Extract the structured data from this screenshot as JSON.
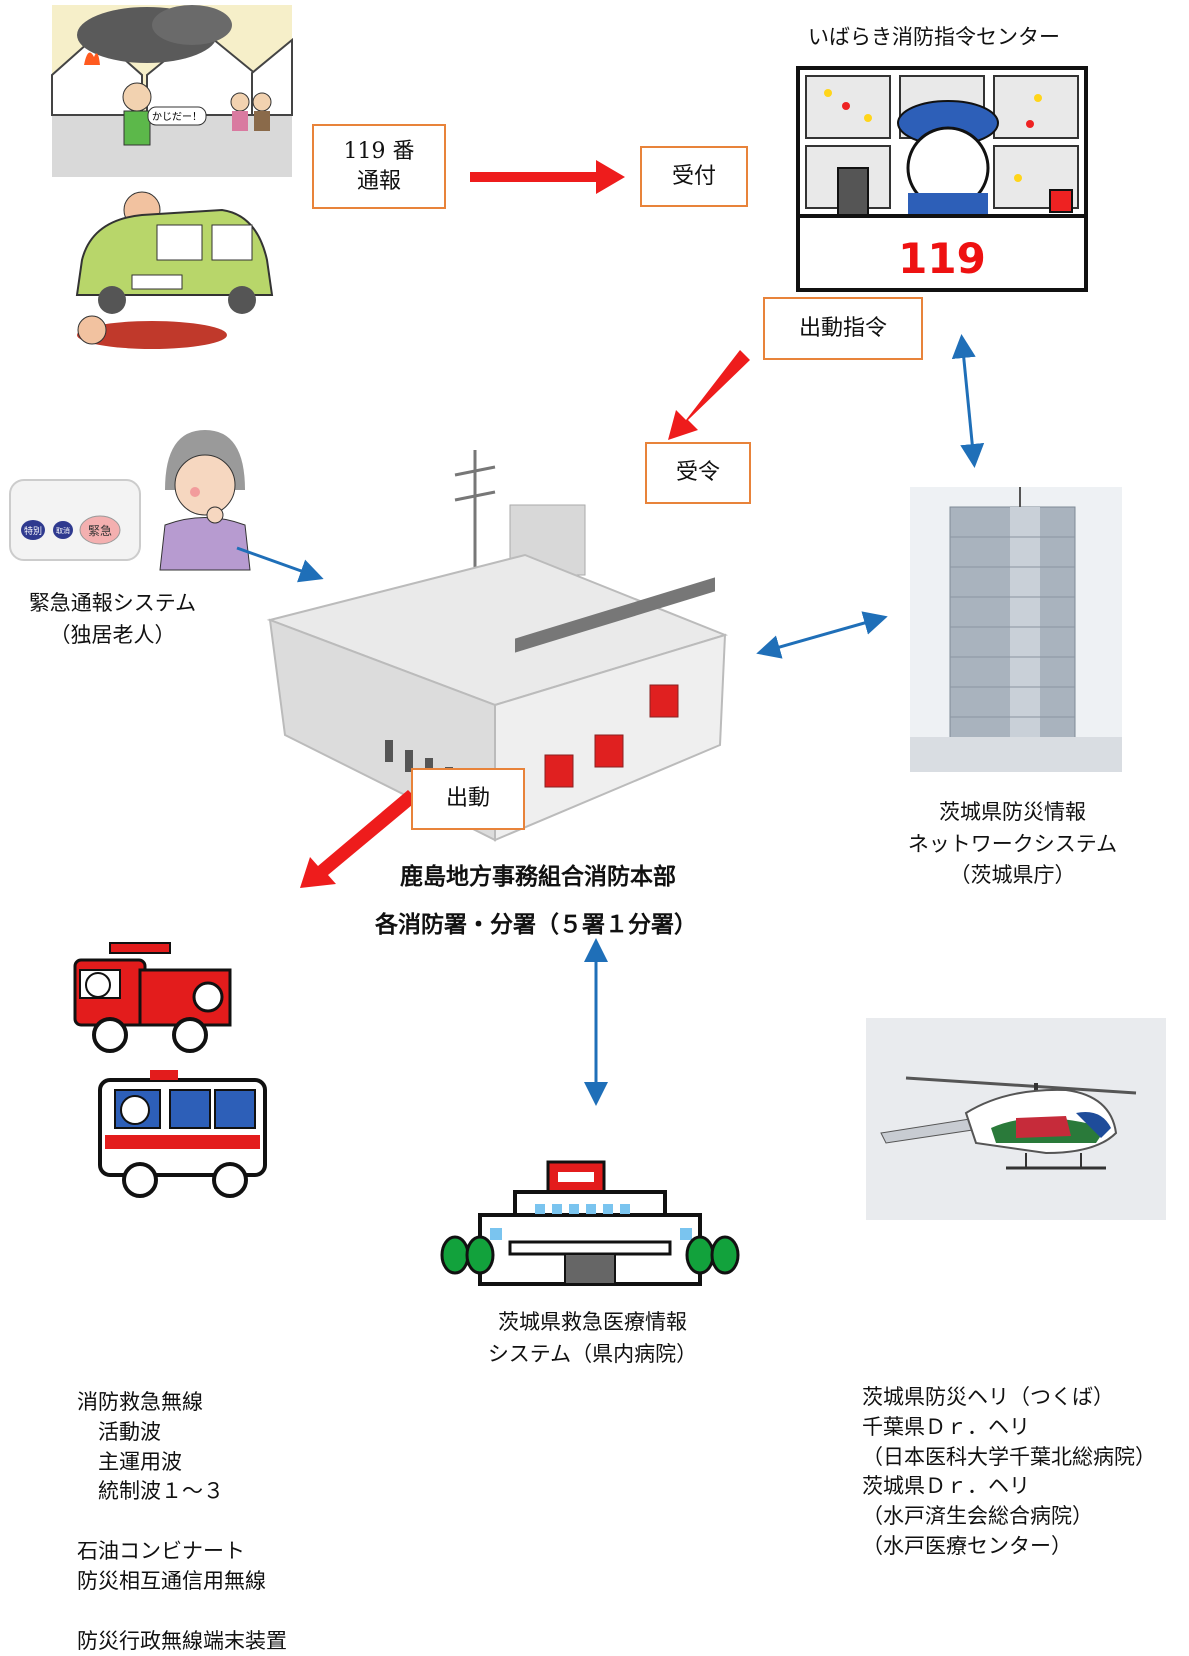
{
  "boxes": {
    "call": "119 番\n通報",
    "receive": "受付",
    "dispatch_order": "出動指令",
    "order_received": "受令",
    "dispatch": "出動"
  },
  "labels": {
    "command_center": "いばらき消防指令センター",
    "emergency_system": "緊急通報システム\n（独居老人）",
    "prefecture_network": "茨城県防災情報\nネットワークシステム\n（茨城県庁）",
    "hq_line1": "鹿島地方事務組合消防本部",
    "hq_line2": "各消防署・分署（５署１分署）",
    "hospital_system": "茨城県救急医療情報\nシステム（県内病院）",
    "radio": "消防救急無線\n　活動波\n　主運用波\n　統制波１～３\n\n石油コンビナート\n防災相互通信用無線\n\n防災行政無線端末装置",
    "helicopters": "茨城県防災ヘリ（つくば）\n千葉県Ｄｒ．ヘリ\n（日本医科大学千葉北総病院）\n茨城県Ｄｒ．ヘリ\n（水戸済生会総合病院）\n（水戸医療センター）"
  },
  "illustrations": {
    "fire_speech": "かじだー！",
    "center_board": "119",
    "alarm_button_left": "特別",
    "alarm_button_mid": "取消",
    "alarm_button_right": "緊急"
  },
  "colors": {
    "box_border": "#e8833a",
    "red_arrow": "#ee1c1c",
    "blue_arrow": "#1f6fb8"
  }
}
